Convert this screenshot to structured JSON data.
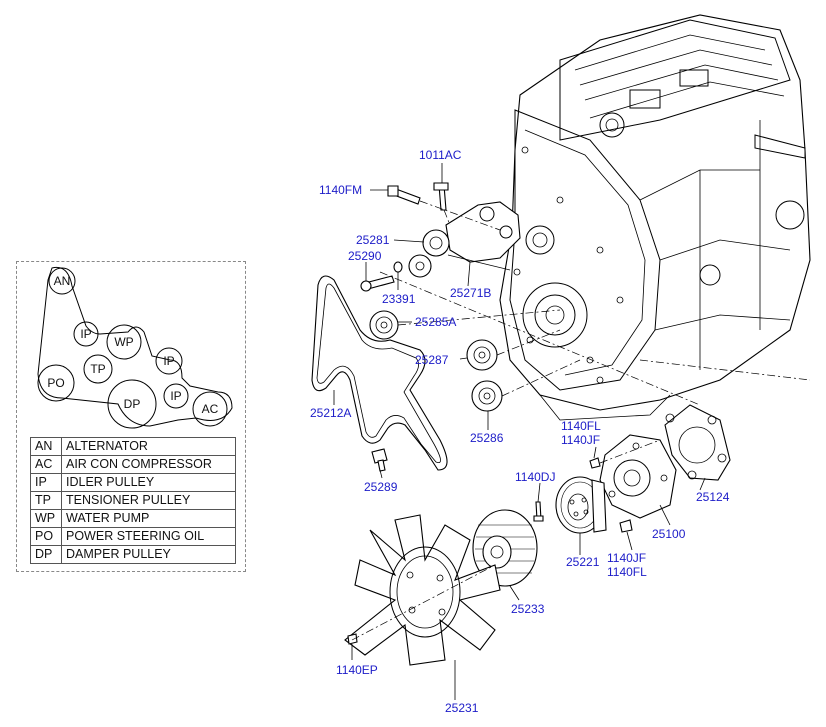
{
  "part_labels": {
    "p1011AC": "1011AC",
    "p1140FM": "1140FM",
    "p25281": "25281",
    "p25290": "25290",
    "p23391": "23391",
    "p25271B": "25271B",
    "p25285A": "25285A",
    "p25287": "25287",
    "p25286": "25286",
    "p25212A": "25212A",
    "p25289": "25289",
    "p1140FL_a": "1140FL",
    "p1140JF_a": "1140JF",
    "p1140DJ": "1140DJ",
    "p25124": "25124",
    "p25100": "25100",
    "p25221": "25221",
    "p1140JF_b": "1140JF",
    "p1140FL_b": "1140FL",
    "p25233": "25233",
    "p1140EP": "1140EP",
    "p25231": "25231"
  },
  "belt_diagram": {
    "pulleys": [
      "AN",
      "IP",
      "WP",
      "IP",
      "TP",
      "PO",
      "DP",
      "IP",
      "AC"
    ]
  },
  "legend": [
    {
      "abbr": "AN",
      "name": "ALTERNATOR"
    },
    {
      "abbr": "AC",
      "name": "AIR CON COMPRESSOR"
    },
    {
      "abbr": "IP",
      "name": "IDLER PULLEY"
    },
    {
      "abbr": "TP",
      "name": "TENSIONER PULLEY"
    },
    {
      "abbr": "WP",
      "name": "WATER PUMP"
    },
    {
      "abbr": "PO",
      "name": "POWER STEERING OIL"
    },
    {
      "abbr": "DP",
      "name": "DAMPER PULLEY"
    }
  ],
  "colors": {
    "label_blue": "#1c1cc8",
    "line": "#000000",
    "background": "#ffffff"
  }
}
